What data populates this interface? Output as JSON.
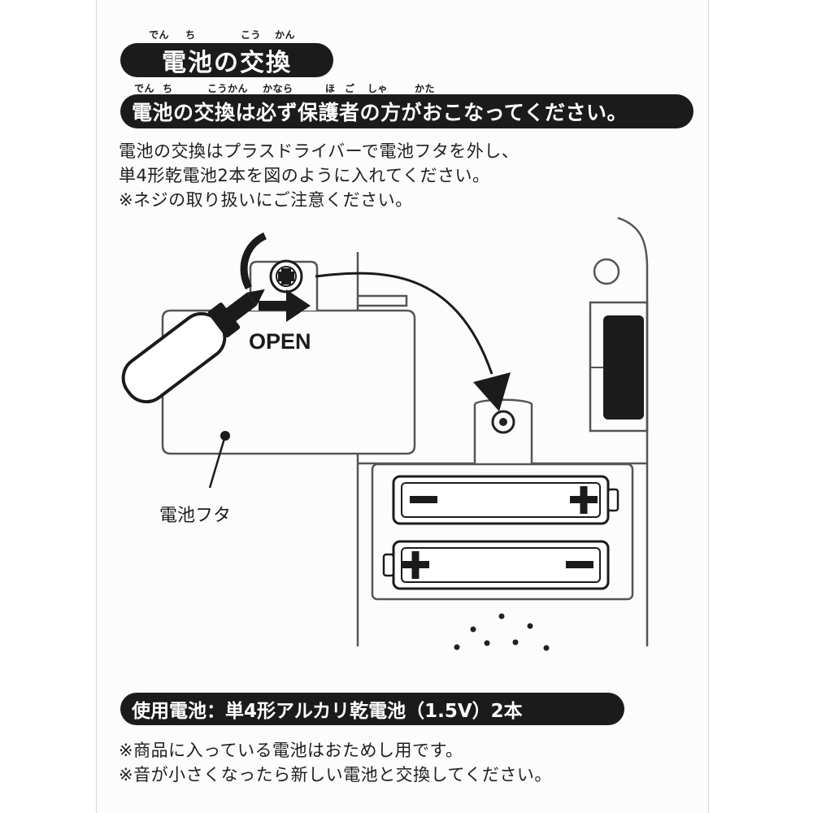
{
  "title": {
    "text": "電池の交換",
    "ruby": [
      "でん",
      "ち",
      "こう",
      "かん"
    ]
  },
  "warning": {
    "text": "電池の交換は必ず保護者の方がおこなってください。",
    "ruby": [
      "でん",
      "ち",
      "こうかん",
      "かなら",
      "ほ",
      "ご",
      "しゃ",
      "かた"
    ]
  },
  "instructions": [
    "電池の交換はプラスドライバーで電池フタを外し、",
    "単4形乾電池2本を図のように入れてください。",
    "※ネジの取り扱いにご注意ください。"
  ],
  "diagram": {
    "open_label": "OPEN",
    "cover_label": "電池フタ",
    "battery_top": {
      "left": "−",
      "right": "+"
    },
    "battery_bottom": {
      "left": "+",
      "right": "−"
    }
  },
  "battery_spec": "使用電池：単4形アルカリ乾電池（1.5V）2本",
  "notes": [
    "※商品に入っている電池はおためし用です。",
    "※音が小さくなったら新しい電池と交換してください。"
  ],
  "colors": {
    "dark": "#1b1b1b",
    "line": "#555555",
    "bg": "#fcfcfc"
  }
}
